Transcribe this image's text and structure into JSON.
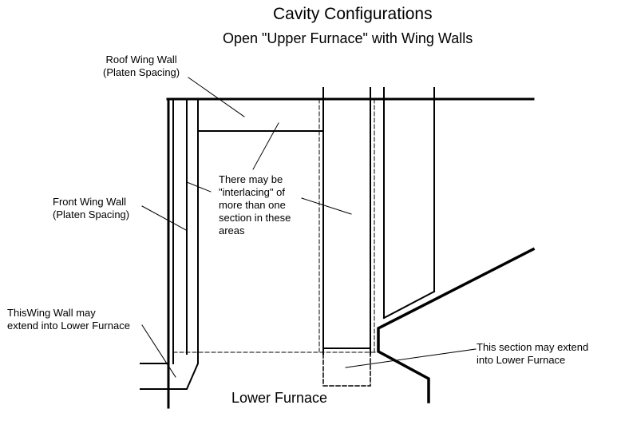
{
  "title": "Cavity Configurations",
  "subtitle": "Open \"Upper Furnace\" with Wing Walls",
  "labels": {
    "roof_wing_wall": [
      "Roof Wing Wall",
      "(Platen Spacing)"
    ],
    "front_wing_wall": [
      "Front Wing Wall",
      "(Platen Spacing)"
    ],
    "interlacing_note": [
      "There may be",
      "\"interlacing\" of",
      "more than one",
      "section in these",
      "areas"
    ],
    "wing_wall_extend": [
      "ThisWing Wall may",
      "extend into Lower Furnace"
    ],
    "section_extend": [
      "This section may extend",
      "into Lower Furnace"
    ],
    "lower_furnace": "Lower Furnace"
  },
  "colors": {
    "line": "#000000",
    "background": "#ffffff"
  }
}
